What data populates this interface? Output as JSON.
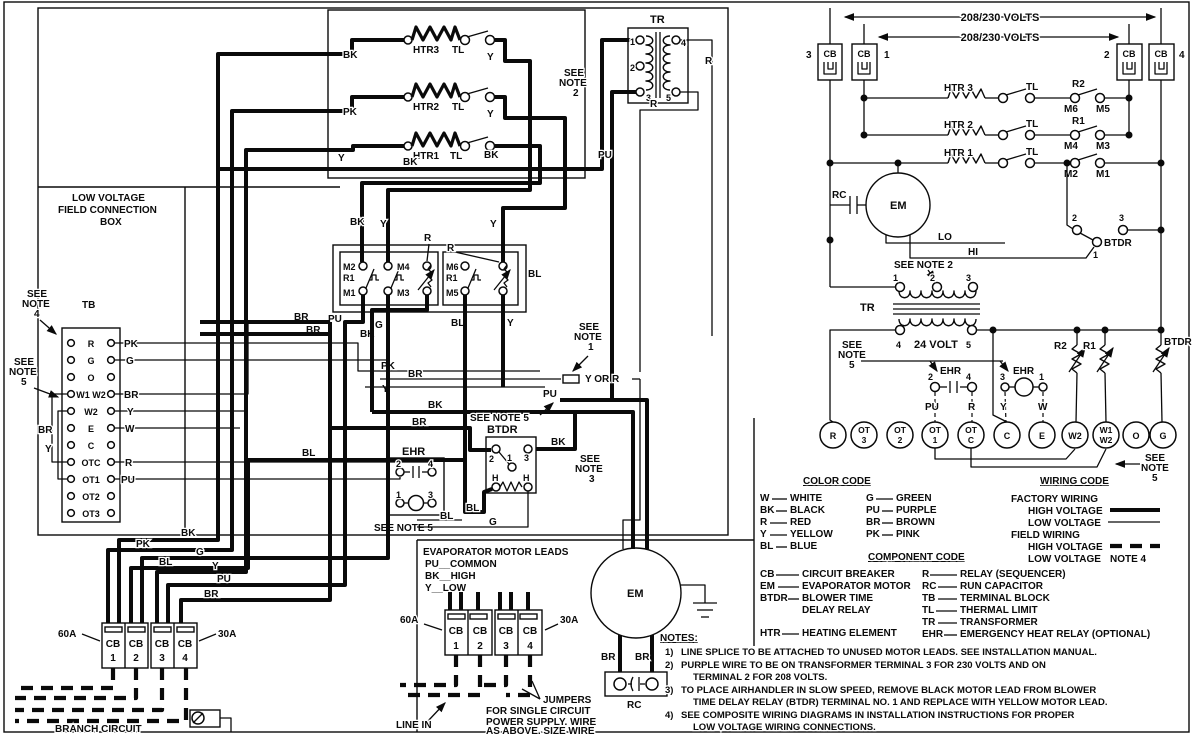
{
  "colors": {
    "ink": "#0a0a0a",
    "paper": "#ffffff"
  },
  "heaters": {
    "rows": [
      {
        "name": "HTR3",
        "tl": "TL",
        "left": "BK",
        "right": "Y"
      },
      {
        "name": "HTR2",
        "tl": "TL",
        "left": "PK",
        "right": "Y"
      },
      {
        "name": "HTR1",
        "tl": "TL",
        "left": "Y",
        "right": "BK"
      }
    ],
    "bottom_wire": "BK"
  },
  "tr_top": {
    "title": "TR",
    "t1": "1",
    "t2": "2",
    "t3": "3",
    "t4": "4",
    "t5": "5",
    "wire_r_right": "R",
    "wire_r_below": "R",
    "wire_pu": "PU"
  },
  "see_notes": {
    "note1": [
      "SEE",
      "NOTE",
      "1"
    ],
    "note2_top": [
      "SEE",
      "NOTE",
      "2"
    ],
    "note2_right": "SEE NOTE 2",
    "note3": [
      "SEE",
      "NOTE",
      "3"
    ],
    "note4_left": [
      "SEE",
      "NOTE",
      "4"
    ],
    "note5_left": [
      "SEE",
      "NOTE",
      "5"
    ],
    "note5_mid": "SEE NOTE 5",
    "note5_ehr": "SEE NOTE 5",
    "note5_right": [
      "SEE",
      "NOTE",
      "5"
    ],
    "note5_bottom_right": [
      "SEE",
      "NOTE",
      "5"
    ]
  },
  "lv_box": {
    "title_l1": "LOW VOLTAGE",
    "title_l2": "FIELD CONNECTION",
    "title_l3": "BOX",
    "tb_title": "TB",
    "rows": [
      {
        "label": "R",
        "wire": "PK"
      },
      {
        "label": "G",
        "wire": "G"
      },
      {
        "label": "O",
        "wire": ""
      },
      {
        "label": "W1 W2",
        "wire": "BR"
      },
      {
        "label": "W2",
        "wire": "Y"
      },
      {
        "label": "E",
        "wire": "W"
      },
      {
        "label": "C",
        "wire": ""
      },
      {
        "label": "OTC",
        "wire": "R"
      },
      {
        "label": "OT1",
        "wire": "PU"
      },
      {
        "label": "OT2",
        "wire": ""
      },
      {
        "label": "OT3",
        "wire": ""
      }
    ],
    "left_wire_br": "BR",
    "left_wire_y": "Y"
  },
  "relays": {
    "left": {
      "c1_top": "M2",
      "c1_mid": "R1",
      "c1_bot": "M1",
      "c2_top": "M4",
      "c2_bot": "M3"
    },
    "right": {
      "c1_top": "M6",
      "c1_mid": "R1",
      "c1_bot": "M5"
    },
    "coil_left": "R",
    "coil_right": "R",
    "bl": "BL",
    "wires": {
      "bk_top": "BK",
      "y_top1": "Y",
      "y_top2": "Y",
      "pu": "PU",
      "g": "G",
      "bk_bot": "BK",
      "bl_bot": "BL",
      "y_bot": "Y",
      "br1": "BR",
      "br2": "BR",
      "pk": "PK",
      "br3": "BR",
      "y3": "Y"
    }
  },
  "splice": {
    "label": "Y OR R"
  },
  "mid_wires": {
    "pu": "PU",
    "bk": "BK",
    "br": "BR",
    "bl_run": "BL"
  },
  "ehr_left": {
    "title": "EHR",
    "t2": "2",
    "t4": "4",
    "t1": "1",
    "t3": "3"
  },
  "btdr_left": {
    "title": "BTDR",
    "t2": "2",
    "t1": "1",
    "t3": "3",
    "h1": "H",
    "h2": "H",
    "bl1": "BL",
    "bl2": "BL",
    "g": "G",
    "bk": "BK"
  },
  "evap": {
    "title": "EVAPORATOR MOTOR LEADS",
    "leads": [
      "PU__COMMON",
      "BK__HIGH",
      "Y__LOW"
    ]
  },
  "cb_mid": {
    "amp_left": "60A",
    "amp_right": "30A",
    "cells": [
      {
        "cb": "CB",
        "n": "1"
      },
      {
        "cb": "CB",
        "n": "2"
      },
      {
        "cb": "CB",
        "n": "3"
      },
      {
        "cb": "CB",
        "n": "4"
      }
    ],
    "line_in": "LINE IN",
    "jumpers": [
      "JUMPERS",
      "FOR SINGLE CIRCUIT",
      "POWER SUPPLY.  WIRE",
      "AS ABOVE.  SIZE WIRE"
    ]
  },
  "cb_left": {
    "amp_left": "60A",
    "amp_right": "30A",
    "cells": [
      {
        "cb": "CB",
        "n": "1"
      },
      {
        "cb": "CB",
        "n": "2"
      },
      {
        "cb": "CB",
        "n": "3"
      },
      {
        "cb": "CB",
        "n": "4"
      }
    ],
    "wires": [
      "BK",
      "PK",
      "G",
      "BL",
      "Y",
      "PU",
      "BR"
    ],
    "branch": "BRANCH CIRCUIT"
  },
  "em_left": {
    "label": "EM",
    "br1": "BR",
    "br2": "BR",
    "rc": "RC"
  },
  "ladder": {
    "volts_outer": "208/230 VOLTS",
    "volts_inner": "208/230 VOLTS",
    "cb_n3": "3",
    "cb_n1": "1",
    "cb_n2": "2",
    "cb_n4": "4",
    "cb_lbl_1": "CB",
    "cb_lbl_2": "CB",
    "cb_lbl_3": "CB",
    "cb_lbl_4": "CB",
    "rungs": [
      {
        "htr": "HTR 3",
        "tl": "TL",
        "relay": "R2",
        "ml": "M6",
        "mr": "M5"
      },
      {
        "htr": "HTR 2",
        "tl": "TL",
        "relay": "R1",
        "ml": "M4",
        "mr": "M3"
      },
      {
        "htr": "HTR 1",
        "tl": "TL",
        "relay": "",
        "ml": "M2",
        "mr": "M1"
      }
    ],
    "rc": "RC",
    "em": "EM",
    "lo": "LO",
    "hi": "HI",
    "btdr": {
      "t2": "2",
      "t3": "3",
      "t1": "1",
      "label": "BTDR"
    },
    "tr": {
      "label": "TR",
      "p1": "1",
      "p2": "2",
      "p3": "3",
      "s4": "4",
      "volt": "24 VOLT",
      "s5": "5"
    },
    "ehr_contact": {
      "label": "EHR",
      "t2": "2",
      "t4": "4",
      "pu": "PU",
      "r": "R"
    },
    "ehr_coil": {
      "label": "EHR",
      "t3": "3",
      "t1": "1",
      "y": "Y",
      "w": "W"
    },
    "coils": {
      "r2": "R2",
      "r1": "R1",
      "btdr": "BTDR"
    },
    "terminals": [
      {
        "l1": "R",
        "l2": ""
      },
      {
        "l1": "OT",
        "l2": "3"
      },
      {
        "l1": "OT",
        "l2": "2"
      },
      {
        "l1": "OT",
        "l2": "1"
      },
      {
        "l1": "OT",
        "l2": "C"
      },
      {
        "l1": "C",
        "l2": ""
      },
      {
        "l1": "E",
        "l2": ""
      },
      {
        "l1": "W2",
        "l2": ""
      },
      {
        "l1": "W1",
        "l2": "W2"
      },
      {
        "l1": "O",
        "l2": ""
      },
      {
        "l1": "G",
        "l2": ""
      }
    ]
  },
  "color_code": {
    "title": "COLOR CODE",
    "col1": [
      {
        "k": "W",
        "v": "WHITE"
      },
      {
        "k": "BK",
        "v": "BLACK"
      },
      {
        "k": "R",
        "v": "RED"
      },
      {
        "k": "Y",
        "v": "YELLOW"
      },
      {
        "k": "BL",
        "v": "BLUE"
      }
    ],
    "col2": [
      {
        "k": "G",
        "v": "GREEN"
      },
      {
        "k": "PU",
        "v": "PURPLE"
      },
      {
        "k": "BR",
        "v": "BROWN"
      },
      {
        "k": "PK",
        "v": "PINK"
      }
    ]
  },
  "wiring_code": {
    "title": "WIRING CODE",
    "factory": "FACTORY WIRING",
    "hv": "HIGH VOLTAGE",
    "lv": "LOW VOLTAGE",
    "field": "FIELD WIRING",
    "hv2": "HIGH VOLTAGE",
    "lv2": "LOW VOLTAGE",
    "note": "NOTE 4"
  },
  "component_code": {
    "title": "COMPONENT CODE",
    "col1": [
      {
        "k": "CB",
        "v": "CIRCUIT BREAKER"
      },
      {
        "k": "EM",
        "v": "EVAPORATOR MOTOR"
      },
      {
        "k": "BTDR",
        "v": "BLOWER TIME"
      },
      {
        "k": "",
        "v": "DELAY RELAY"
      },
      {
        "k": "HTR",
        "v": "HEATING ELEMENT"
      }
    ],
    "col2": [
      {
        "k": "R",
        "v": "RELAY (SEQUENCER)"
      },
      {
        "k": "RC",
        "v": "RUN CAPACITOR"
      },
      {
        "k": "TB",
        "v": "TERMINAL BLOCK"
      },
      {
        "k": "TL",
        "v": "THERMAL LIMIT"
      },
      {
        "k": "TR",
        "v": "TRANSFORMER"
      },
      {
        "k": "EHR",
        "v": "EMERGENCY HEAT RELAY (OPTIONAL)"
      }
    ]
  },
  "notes": {
    "title": "NOTES:",
    "items": [
      {
        "n": "1)",
        "lines": [
          "LINE SPLICE TO BE ATTACHED TO UNUSED MOTOR LEADS.  SEE INSTALLATION MANUAL."
        ]
      },
      {
        "n": "2)",
        "lines": [
          "PURPLE WIRE TO BE ON TRANSFORMER TERMINAL 3 FOR 230 VOLTS AND ON",
          "TERMINAL 2 FOR 208 VOLTS."
        ]
      },
      {
        "n": "3)",
        "lines": [
          "TO PLACE AIRHANDLER IN SLOW SPEED, REMOVE BLACK MOTOR LEAD FROM BLOWER",
          "TIME DELAY RELAY (BTDR) TERMINAL NO. 1 AND REPLACE WITH YELLOW MOTOR LEAD."
        ]
      },
      {
        "n": "4)",
        "lines": [
          "SEE COMPOSITE WIRING DIAGRAMS IN INSTALLATION INSTRUCTIONS FOR PROPER",
          "LOW VOLTAGE WIRING CONNECTIONS."
        ]
      }
    ]
  }
}
